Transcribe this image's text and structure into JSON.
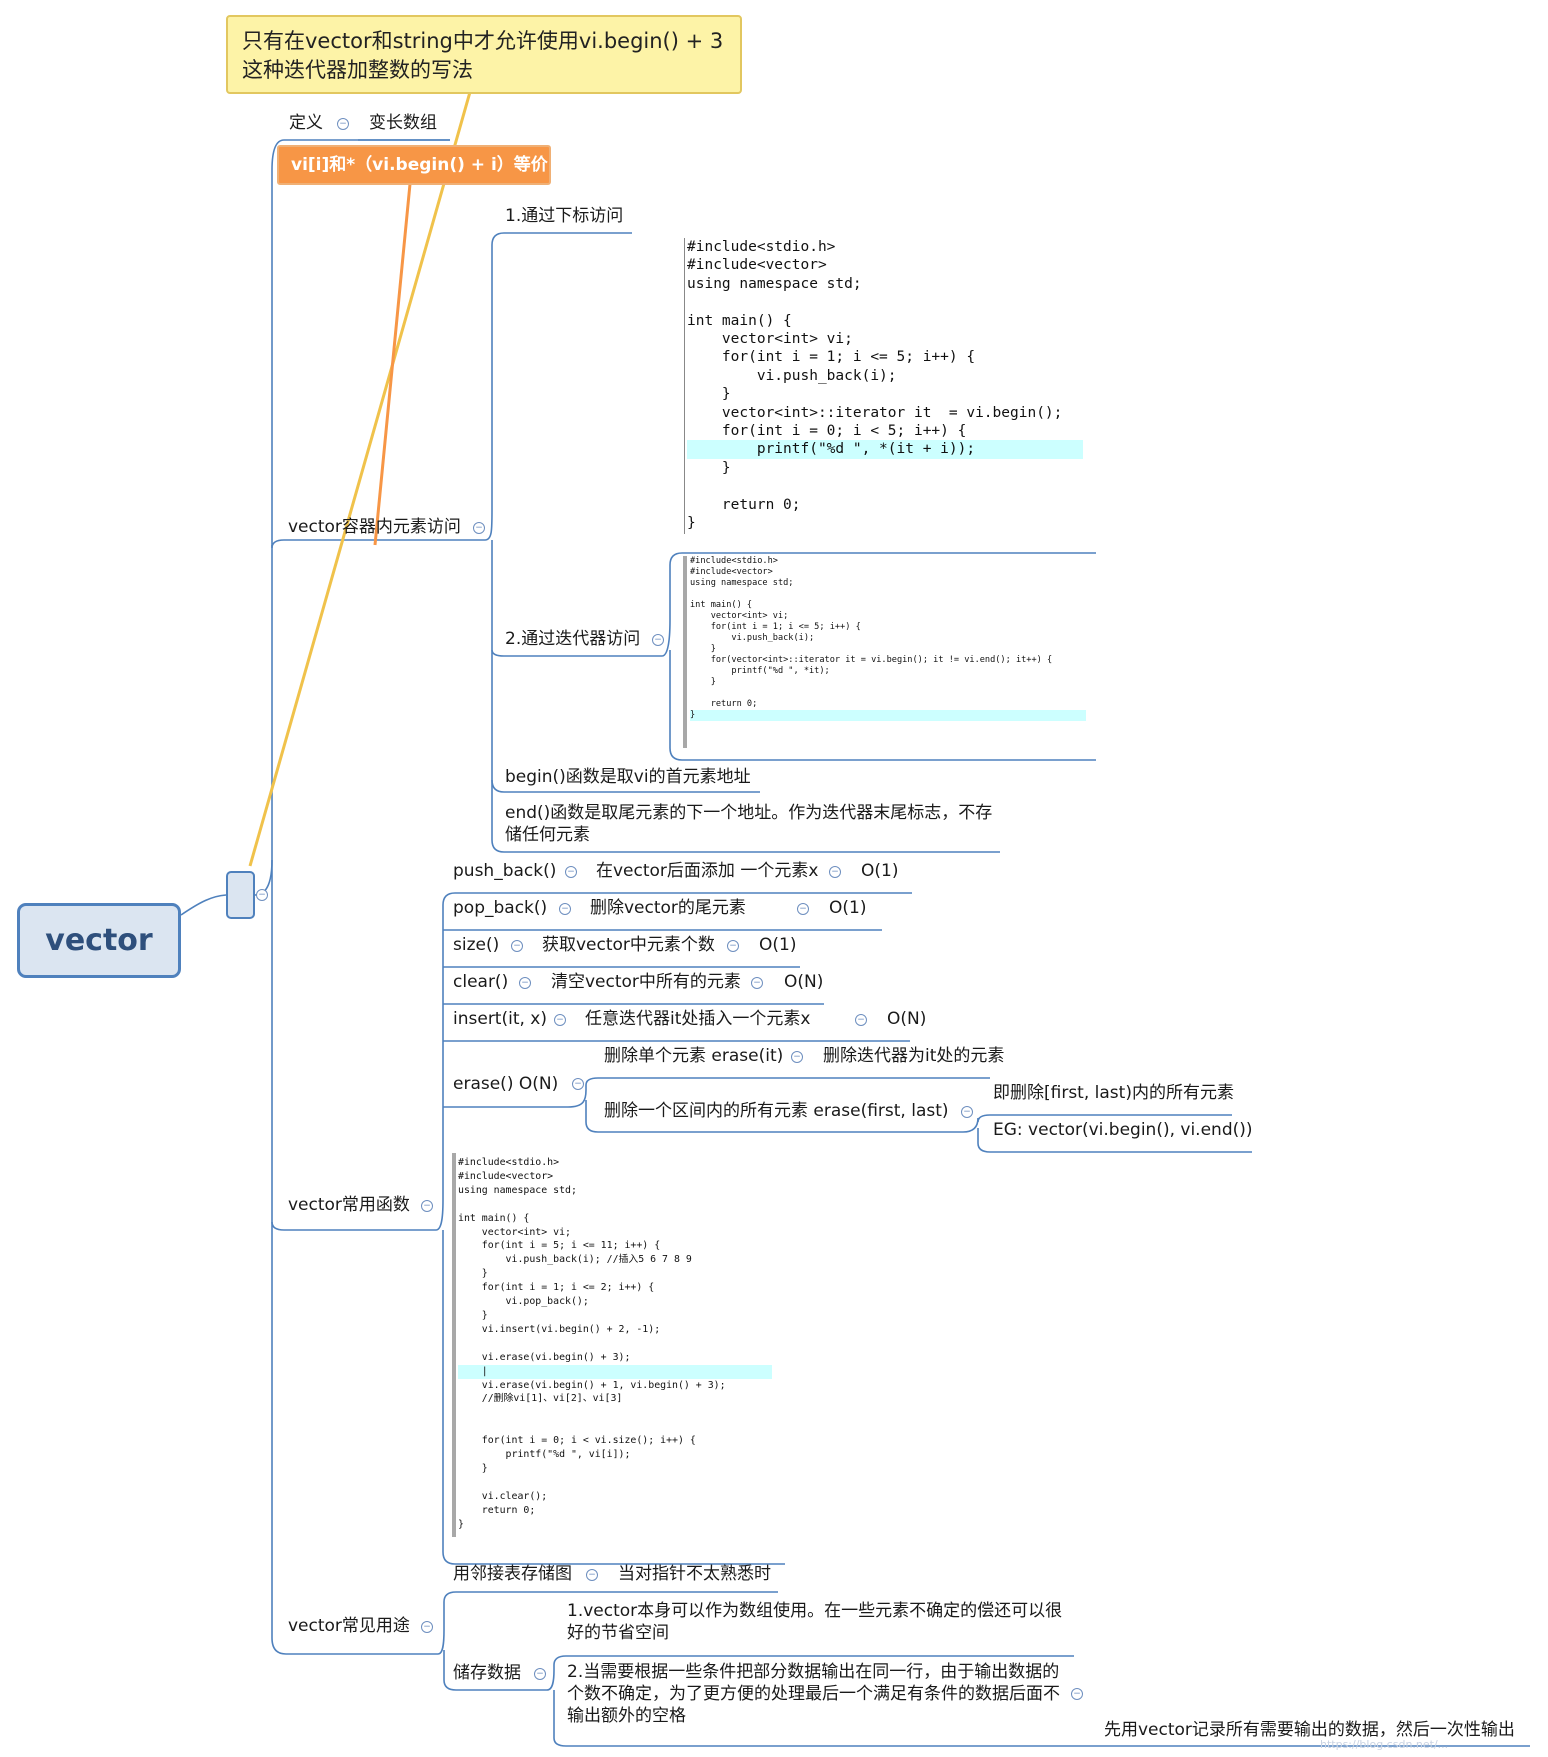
{
  "root": {
    "label": "vector"
  },
  "notes": {
    "yellow": "只有在vector和string中才允许使用vi.begin() + 3这种迭代器加整数的写法",
    "orange": "vi[i]和*（vi.begin() + i）等价"
  },
  "definition": {
    "label": "定义",
    "value": "变长数组"
  },
  "access": {
    "label": "vector容器内元素访问",
    "by_index": "1.通过下标访问",
    "by_iterator": "2.通过迭代器访问",
    "begin_note": "begin()函数是取vi的首元素地址",
    "end_note": "end()函数是取尾元素的下一个地址。作为迭代器末尾标志，不存储任何元素"
  },
  "code1": {
    "lines": [
      "#include<stdio.h>",
      "#include<vector>",
      "using namespace std;",
      "",
      "int main() {",
      "    vector<int> vi;",
      "    for(int i = 1; i <= 5; i++) {",
      "        vi.push_back(i);",
      "    }",
      "    vector<int>::iterator it  = vi.begin();",
      "    for(int i = 0; i < 5; i++) {",
      "        printf(\"%d \", *(it + i));",
      "    }",
      "",
      "    return 0;",
      "}"
    ],
    "highlight": 11
  },
  "code2": {
    "lines": [
      "#include<stdio.h>",
      "#include<vector>",
      "using namespace std;",
      "",
      "int main() {",
      "    vector<int> vi;",
      "    for(int i = 1; i <= 5; i++) {",
      "        vi.push_back(i);",
      "    }",
      "    for(vector<int>::iterator it = vi.begin(); it != vi.end(); it++) {",
      "        printf(\"%d \", *it);",
      "    }",
      "",
      "    return 0;",
      "}"
    ],
    "highlight": 14
  },
  "functions": {
    "label": "vector常用函数",
    "push_back": {
      "name": "push_back()",
      "desc": "在vector后面添加 一个元素x",
      "complexity": "O(1)"
    },
    "pop_back": {
      "name": "pop_back()",
      "desc": "删除vector的尾元素",
      "complexity": "O(1)"
    },
    "size": {
      "name": "size()",
      "desc": "获取vector中元素个数",
      "complexity": "O(1)"
    },
    "clear": {
      "name": "clear()",
      "desc": "清空vector中所有的元素",
      "complexity": "O(N)"
    },
    "insert": {
      "name": "insert(it, x)",
      "desc": "任意迭代器it处插入一个元素x",
      "complexity": "O(N)"
    },
    "erase": {
      "name": "erase()  O(N)",
      "single": "删除单个元素 erase(it)",
      "single_desc": "删除迭代器为it处的元素",
      "range": "删除一个区间内的所有元素 erase(first, last)",
      "range_desc1": "即删除[first, last)内的所有元素",
      "range_desc2": "EG: vector(vi.begin(), vi.end())"
    }
  },
  "code3": {
    "lines": [
      "#include<stdio.h>",
      "#include<vector>",
      "using namespace std;",
      "",
      "int main() {",
      "    vector<int> vi;",
      "    for(int i = 5; i <= 11; i++) {",
      "        vi.push_back(i); //插入5 6 7 8 9",
      "    }",
      "    for(int i = 1; i <= 2; i++) {",
      "        vi.pop_back();",
      "    }",
      "    vi.insert(vi.begin() + 2, -1);",
      "",
      "    vi.erase(vi.begin() + 3);",
      "    |",
      "    vi.erase(vi.begin() + 1, vi.begin() + 3);",
      "    //删除vi[1]、vi[2]、vi[3]",
      "",
      "",
      "    for(int i = 0; i < vi.size(); i++) {",
      "        printf(\"%d \", vi[i]);",
      "    }",
      "",
      "    vi.clear();",
      "    return 0;",
      "}"
    ],
    "highlight": 15
  },
  "uses": {
    "label": "vector常见用途",
    "adjacency": "用邻接表存储图",
    "adjacency_desc": "当对指针不太熟悉时",
    "storage": "储存数据",
    "storage_1": "1.vector本身可以作为数组使用。在一些元素不确定的偿还可以很好的节省空间",
    "storage_2": "2.当需要根据一些条件把部分数据输出在同一行，由于输出数据的个数不确定，为了更方便的处理最后一个满足有条件的数据后面不输出额外的空格",
    "storage_2_desc": "先用vector记录所有需要输出的数据，然后一次性输出"
  },
  "watermark": "https://blog.csdn.net/..."
}
